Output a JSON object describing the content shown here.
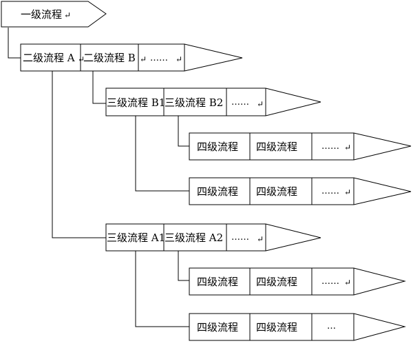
{
  "level1": {
    "label": "一级流程"
  },
  "level2": {
    "cells": [
      "二级流程 A",
      "二级流程 B",
      "……"
    ]
  },
  "groups": [
    {
      "name": "B",
      "level3": {
        "cells": [
          "三级流程 B1",
          "三级流程 B2",
          "……"
        ]
      },
      "level4_rows": [
        {
          "cells": [
            "四级流程",
            "四级流程",
            "……"
          ]
        },
        {
          "cells": [
            "四级流程",
            "四级流程",
            "……"
          ]
        }
      ]
    },
    {
      "name": "A",
      "level3": {
        "cells": [
          "三级流程 A1",
          "三级流程 A2",
          "……"
        ]
      },
      "level4_rows": [
        {
          "cells": [
            "四级流程",
            "四级流程",
            "……"
          ]
        },
        {
          "cells": [
            "四级流程",
            "四级流程",
            "…"
          ]
        }
      ]
    }
  ],
  "return_mark": "↵"
}
